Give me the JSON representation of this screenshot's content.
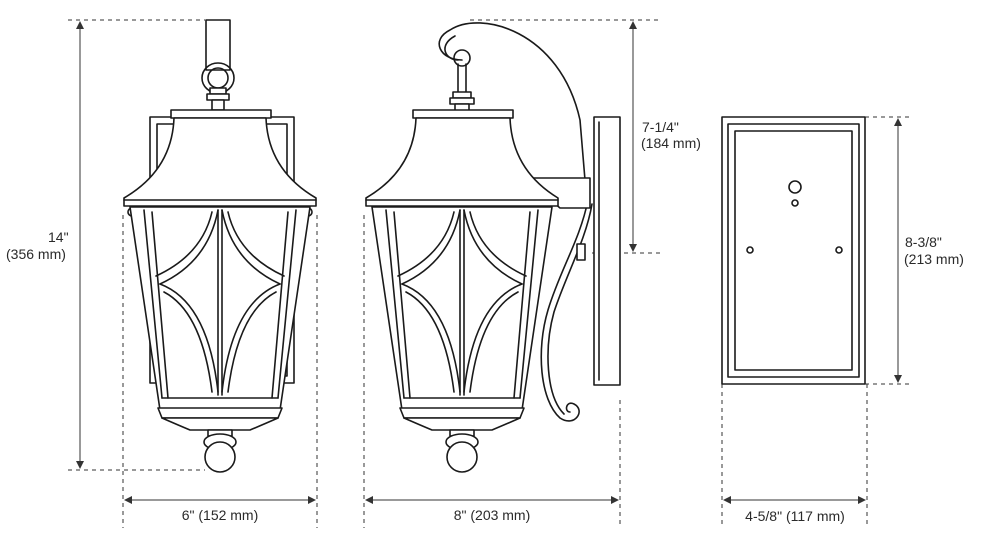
{
  "dimensions": {
    "height": "14\"",
    "height_mm": "(356 mm)",
    "width_front": "6\" (152 mm)",
    "depth": "8\" (203 mm)",
    "top_to_mount": "7-1/4\"",
    "top_to_mount_mm": "(184 mm)",
    "plate_height": "8-3/8\"",
    "plate_height_mm": "(213 mm)",
    "plate_width": "4-5/8\" (117 mm)"
  }
}
